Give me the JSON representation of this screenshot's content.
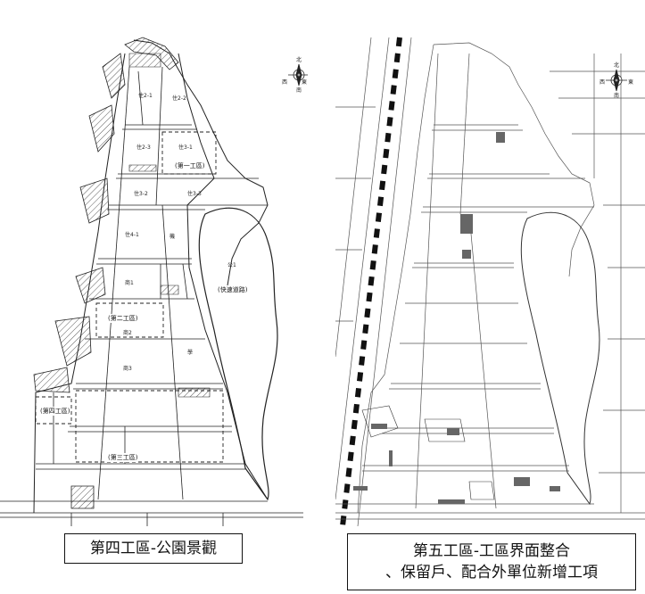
{
  "left_map": {
    "caption": "第四工區-公園景觀",
    "zone_labels": [
      "(第一工區)",
      "(第二工區)",
      "(第三工區)",
      "(第四工區)",
      "(快速道路)"
    ],
    "parcel_labels": [
      "住2-1",
      "住2-2",
      "住2-3",
      "住3-1",
      "住3-2",
      "住3-3",
      "住4-1",
      "商1",
      "商2",
      "商3",
      "機",
      "學",
      "公1"
    ]
  },
  "right_map": {
    "caption_line1": "第五工區-工區界面整合",
    "caption_line2": "、保留戶、配合外單位新增工項"
  },
  "compass": {
    "north": "北",
    "east": "東",
    "west": "西",
    "south": "南"
  }
}
